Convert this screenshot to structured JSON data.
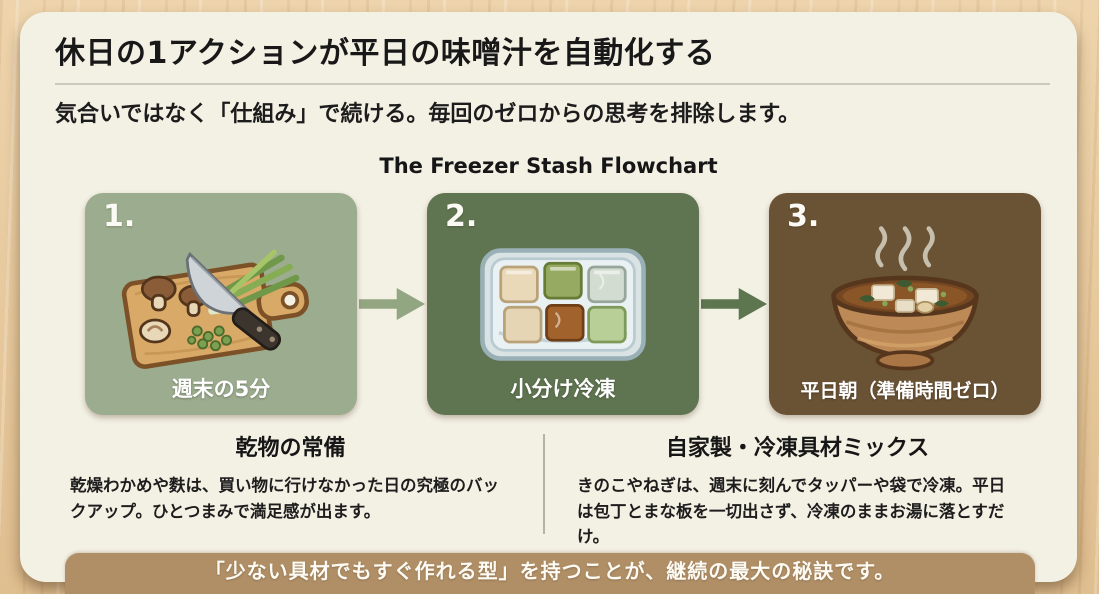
{
  "page": {
    "title": "休日の1アクションが平日の味噌汁を自動化する",
    "subtitle": "気合いではなく「仕組み」で続ける。毎回のゼロからの思考を排除します。"
  },
  "flowchart": {
    "title": "The Freezer Stash Flowchart",
    "steps": [
      {
        "number": "1.",
        "label": "週末の5分",
        "illustration": "cutting-board-with-knife-mushrooms-green-onions",
        "bg_color": "#9cac8e"
      },
      {
        "number": "2.",
        "label": "小分け冷凍",
        "illustration": "freezer-container-with-portion-cubes",
        "bg_color": "#5f7450"
      },
      {
        "number": "3.",
        "label": "平日朝（準備時間ゼロ）",
        "illustration": "steaming-miso-soup-bowl",
        "bg_color": "#6a5234"
      }
    ],
    "arrow_colors": [
      "#93a682",
      "#5d7650"
    ]
  },
  "tips": [
    {
      "heading": "乾物の常備",
      "body": "乾燥わかめや麩は、買い物に行けなかった日の究極のバックアップ。ひとつまみで満足感が出ます。"
    },
    {
      "heading": "自家製・冷凍具材ミックス",
      "body": "きのこやねぎは、週末に刻んでタッパーや袋で冷凍。平日は包丁とまな板を一切出さず、冷凍のままお湯に落とすだけ。"
    }
  ],
  "footer": {
    "note": "「少ない具材でもすぐ作れる型」を持つことが、継続の最大の秘訣です。"
  },
  "colors": {
    "wood_background": "#e6c89c",
    "card_background": "#f3f0e4",
    "step1_background": "#9cac8e",
    "step2_background": "#5f7450",
    "step3_background": "#6a5234",
    "footer_background": "#b18f66",
    "text": "#181818",
    "label_text": "#ffffff"
  }
}
